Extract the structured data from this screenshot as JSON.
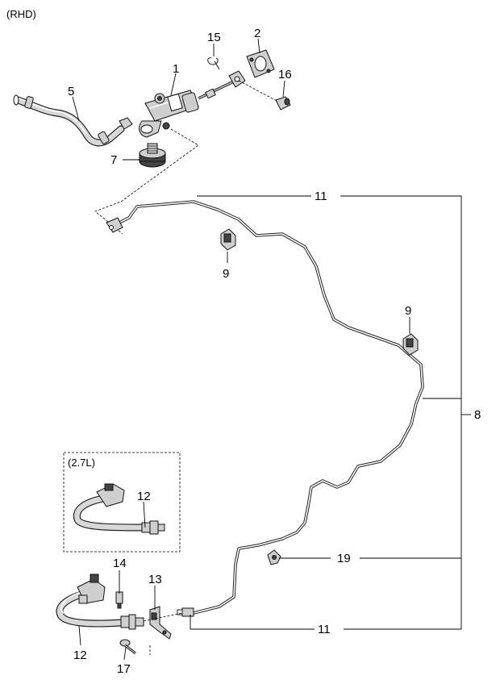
{
  "variant_label": "(RHD)",
  "inset_label": "(2.7L)",
  "callouts": {
    "c1": "1",
    "c2": "2",
    "c5": "5",
    "c7": "7",
    "c8": "8",
    "c9a": "9",
    "c9b": "9",
    "c11a": "11",
    "c11b": "11",
    "c12a": "12",
    "c12b": "12",
    "c13": "13",
    "c14": "14",
    "c15": "15",
    "c16": "16",
    "c17": "17",
    "c19": "19"
  }
}
